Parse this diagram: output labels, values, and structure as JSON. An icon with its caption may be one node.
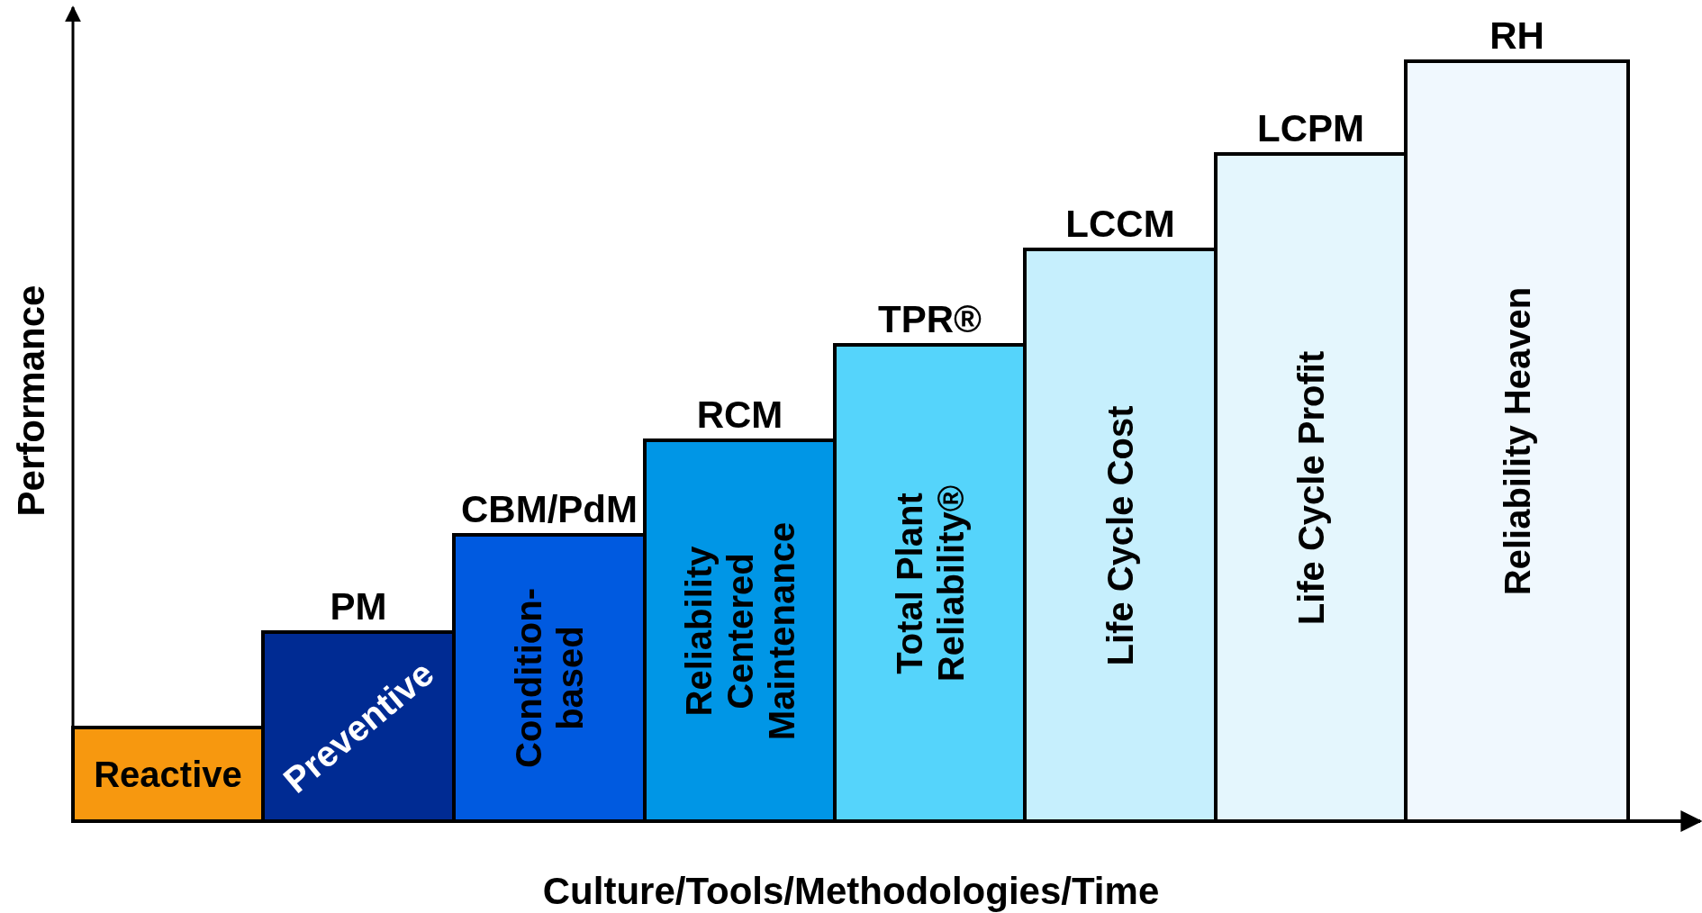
{
  "diagram": {
    "nodes": [
      {
        "text": [
          "Reactive"
        ]
      },
      {
        "text": [
          "PM",
          "Preventive"
        ]
      },
      {
        "text": [
          "CBM/PdM",
          "Condition-based"
        ]
      },
      {
        "text": [
          "RCM",
          "Reliability Centered Maintenance"
        ]
      },
      {
        "text": [
          "TPR®",
          "Total Plant Reliability®"
        ]
      },
      {
        "text": [
          "LCCM",
          "Life Cycle Cost"
        ]
      },
      {
        "text": [
          "LCPM",
          "Life Cycle Profit"
        ]
      },
      {
        "text": [
          "RH",
          "Reliability Heaven"
        ]
      }
    ],
    "labels": [
      "Performance",
      "Culture/Tools/Methodologies/Time"
    ]
  }
}
